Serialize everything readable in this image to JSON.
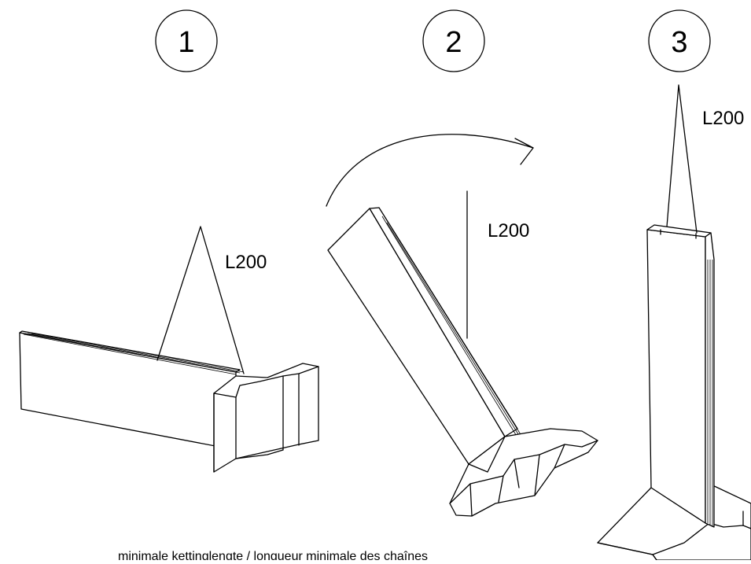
{
  "steps": [
    {
      "number": "1",
      "label": "L200"
    },
    {
      "number": "2",
      "label": "L200"
    },
    {
      "number": "3",
      "label": "L200"
    }
  ],
  "caption": "minimale kettinglengte / longueur minimale des chaînes"
}
